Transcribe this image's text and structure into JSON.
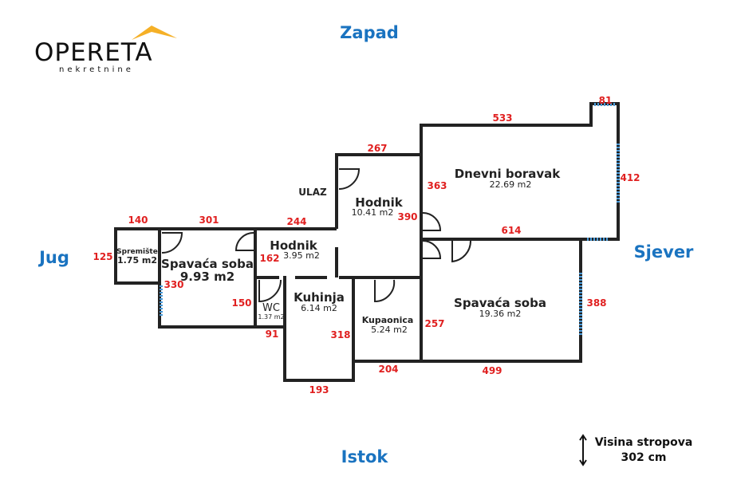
{
  "logo": {
    "name": "OPERETA",
    "tagline": "nekretnine",
    "accent": "#f5b027"
  },
  "directions": {
    "north": "Zapad",
    "south": "Istok",
    "west": "Jug",
    "east": "Sjever"
  },
  "entrance_label": "ULAZ",
  "rooms": [
    {
      "name": "Spremište",
      "area": "1.75 m2"
    },
    {
      "name": "Spavaća soba",
      "area": "9.93 m2"
    },
    {
      "name": "Hodnik",
      "area": "3.95 m2"
    },
    {
      "name": "WC",
      "area": "1.37 m2"
    },
    {
      "name": "Kuhinja",
      "area": "6.14 m2"
    },
    {
      "name": "Kupaonica",
      "area": "5.24 m2"
    },
    {
      "name": "Hodnik",
      "area": "10.41 m2"
    },
    {
      "name": "Dnevni boravak",
      "area": "22.69 m2"
    },
    {
      "name": "Spavaća soba",
      "area": "19.36 m2"
    }
  ],
  "dimensions": [
    "140",
    "301",
    "244",
    "267",
    "533",
    "81",
    "412",
    "363",
    "390",
    "614",
    "125",
    "162",
    "330",
    "150",
    "91",
    "318",
    "193",
    "204",
    "257",
    "499",
    "388"
  ],
  "ceiling": {
    "label": "Visina stropova",
    "value": "302 cm"
  },
  "colors": {
    "dimension": "#e02020",
    "direction": "#1a73c0",
    "window": "#4a9ad8"
  }
}
